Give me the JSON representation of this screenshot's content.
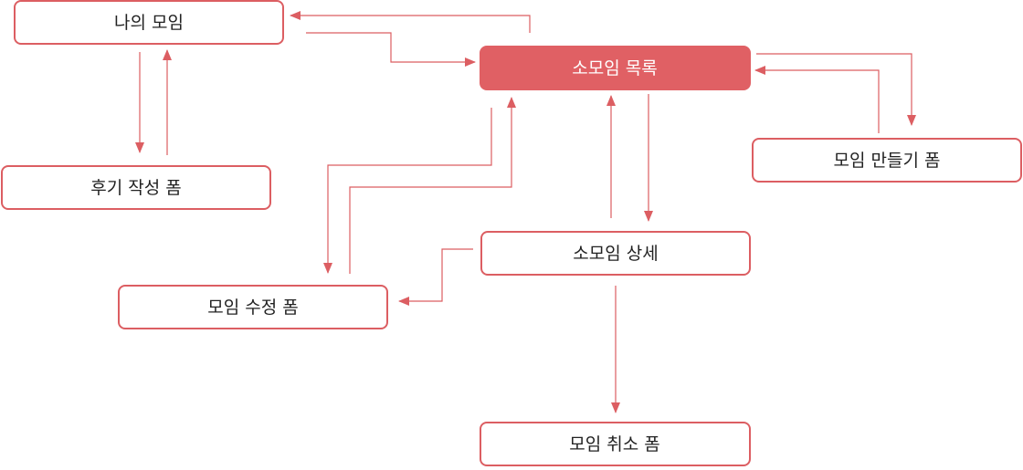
{
  "colors": {
    "accent": "#e06064",
    "stroke": "#dc5e62",
    "text": "#222222",
    "primary_text": "#ffffff"
  },
  "nodes": {
    "my_meetings": {
      "label": "나의 모임"
    },
    "meeting_list": {
      "label": "소모임 목록",
      "highlighted": true
    },
    "create_form": {
      "label": "모임 만들기 폼"
    },
    "review_form": {
      "label": "후기 작성 폼"
    },
    "meeting_detail": {
      "label": "소모임 상세"
    },
    "edit_form": {
      "label": "모임 수정 폼"
    },
    "cancel_form": {
      "label": "모임 취소 폼"
    }
  }
}
